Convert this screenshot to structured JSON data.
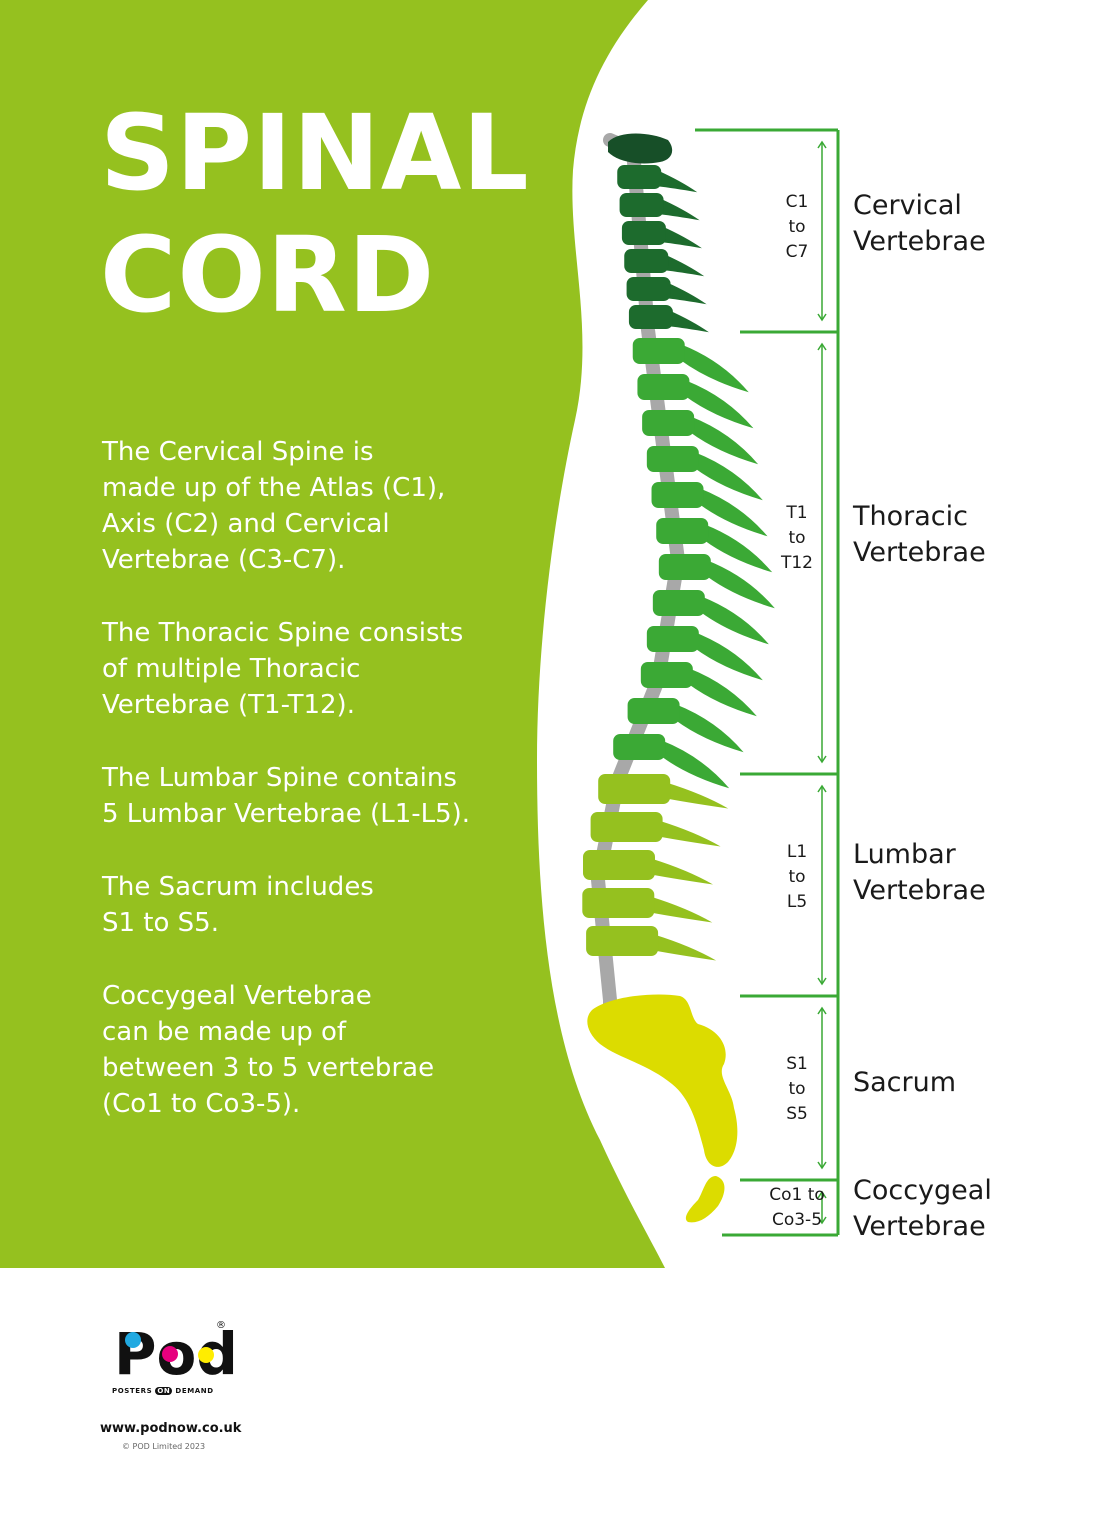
{
  "colors": {
    "background_green": "#95c11f",
    "bracket_green": "#3aa935",
    "cervical": "#1d6b2d",
    "thoracic": "#3ba935",
    "lumbar": "#95c11f",
    "sacrum": "#dcdc00",
    "disc_grey": "#a8a8a8"
  },
  "title": {
    "line1": "SPINAL",
    "line2": "CORD"
  },
  "intro": [
    "The Cervical Spine is\nmade up of the Atlas (C1),\nAxis (C2) and Cervical\nVertebrae (C3-C7).",
    "The Thoracic Spine consists\nof multiple Thoracic\nVertebrae (T1-T12).",
    "The Lumbar Spine contains\n5 Lumbar Vertebrae (L1-L5).",
    "The Sacrum includes\nS1 to S5.",
    "Coccygeal Vertebrae\ncan be made up of\nbetween 3 to 5 vertebrae\n(Co1 to Co3-5)."
  ],
  "regions": [
    {
      "range": "C1\nto\nC7",
      "name": "Cervical\nVertebrae"
    },
    {
      "range": "T1\nto\nT12",
      "name": "Thoracic\nVertebrae"
    },
    {
      "range": "L1\nto\nL5",
      "name": "Lumbar\nVertebrae"
    },
    {
      "range": "S1\nto\nS5",
      "name": "Sacrum"
    },
    {
      "range": "Co1 to\nCo3-5",
      "name": "Coccygeal\nVertebrae"
    }
  ],
  "footer": {
    "brand": "Pod",
    "registered": "®",
    "tagline_left": "POSTERS",
    "tagline_mid": "ON",
    "tagline_right": "DEMAND",
    "website": "www.podnow.co.uk",
    "copyright": "© POD Limited 2023"
  }
}
